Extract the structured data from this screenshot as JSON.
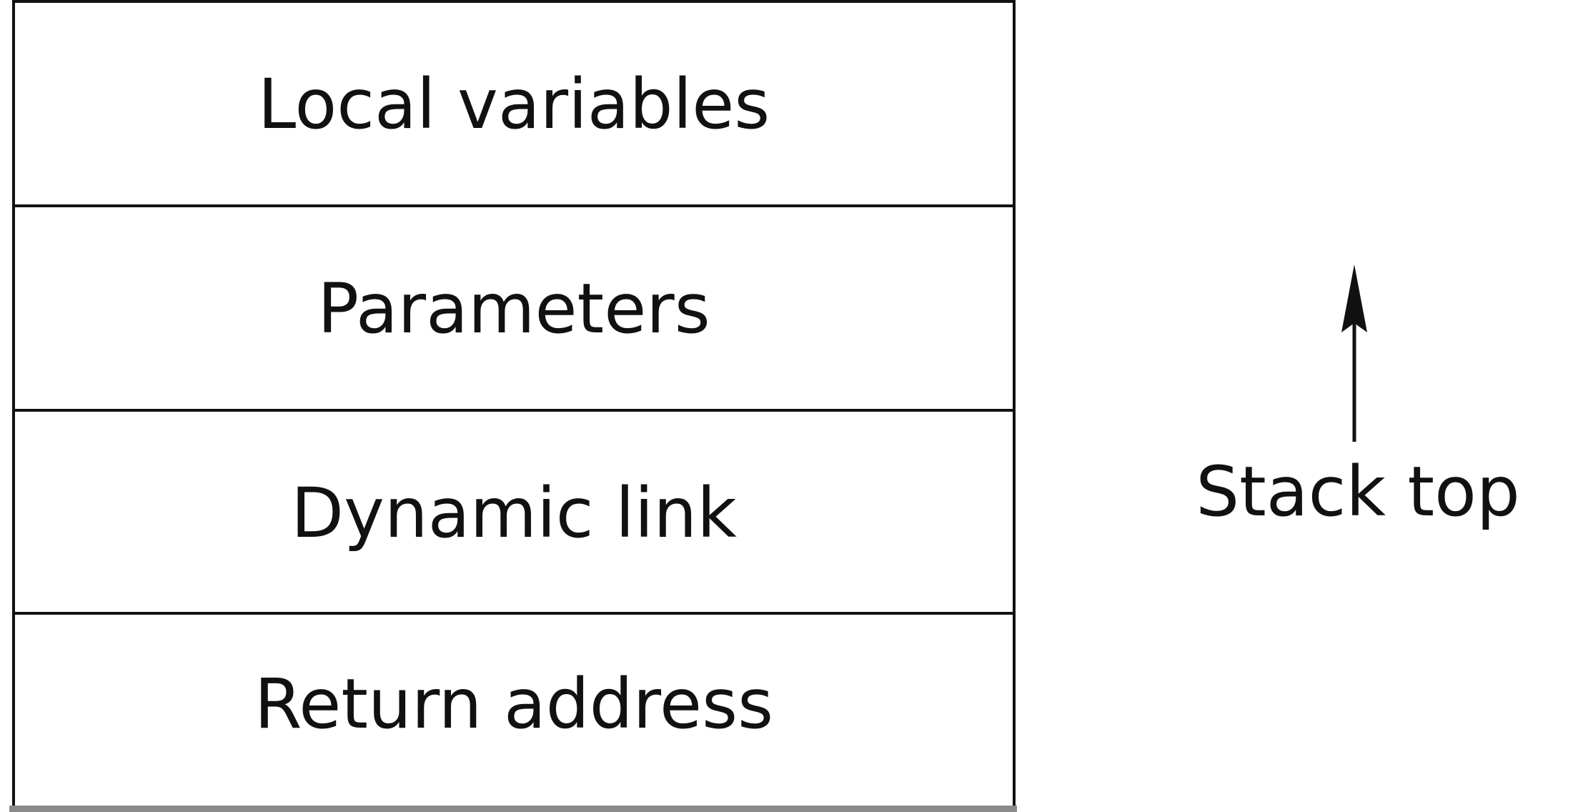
{
  "stack": {
    "cells": [
      {
        "label": "Local variables"
      },
      {
        "label": "Parameters"
      },
      {
        "label": "Dynamic link"
      },
      {
        "label": "Return address"
      }
    ]
  },
  "annotation": {
    "label": "Stack top",
    "icon": "up-arrow-icon"
  },
  "colors": {
    "line": "#111111",
    "background": "#ffffff",
    "bottom_bar": "#8a8a8a"
  }
}
